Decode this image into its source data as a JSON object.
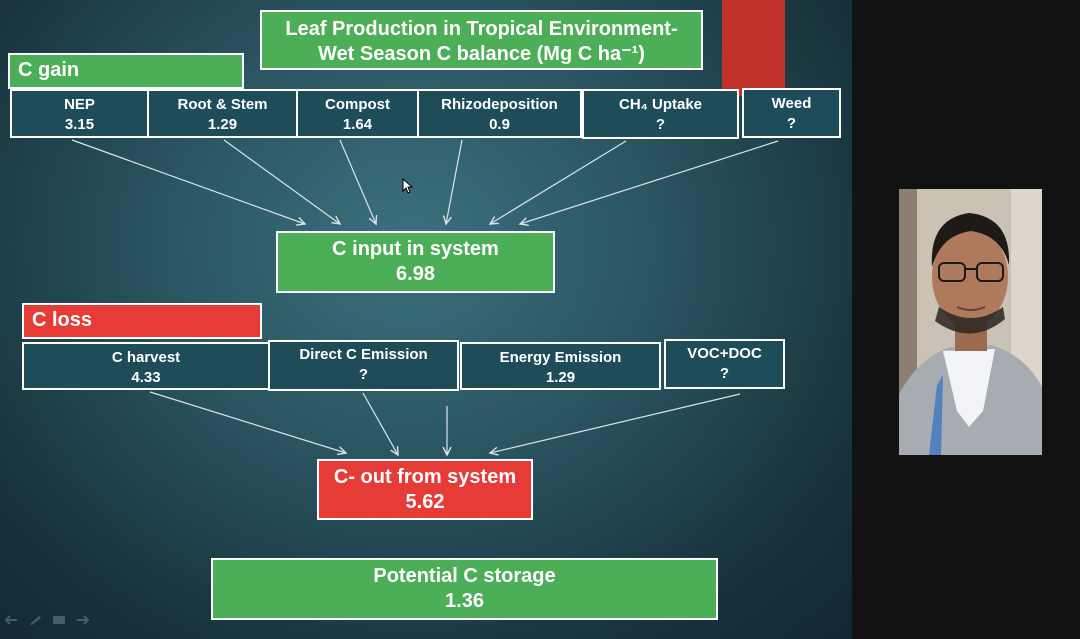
{
  "slide": {
    "title_line1": "Leaf Production in Tropical Environment-",
    "title_line2": "Wet Season C balance (Mg C ha⁻¹)",
    "gain_label": "C gain",
    "gain_items": [
      {
        "label": "NEP",
        "value": "3.15"
      },
      {
        "label": "Root & Stem",
        "value": "1.29"
      },
      {
        "label": "Compost",
        "value": "1.64"
      },
      {
        "label": "Rhizodeposition",
        "value": "0.9"
      },
      {
        "label": "CH₄ Uptake",
        "value": "?"
      },
      {
        "label": "Weed",
        "value": "?"
      }
    ],
    "input_label": "C input in system",
    "input_value": "6.98",
    "loss_label": "C loss",
    "loss_items": [
      {
        "label": "C harvest",
        "value": "4.33"
      },
      {
        "label": "Direct C Emission",
        "value": "?"
      },
      {
        "label": "Energy Emission",
        "value": "1.29"
      },
      {
        "label": "VOC+DOC",
        "value": "?"
      }
    ],
    "out_label": "C- out from system",
    "out_value": "5.62",
    "storage_label": "Potential C storage",
    "storage_value": "1.36"
  },
  "colors": {
    "green": "#4cae56",
    "red": "#e63b36",
    "slide_background": "#2a5662"
  },
  "icons": [
    "mouse-cursor-icon",
    "previous-icon",
    "pen-icon",
    "slides-icon",
    "next-icon"
  ]
}
